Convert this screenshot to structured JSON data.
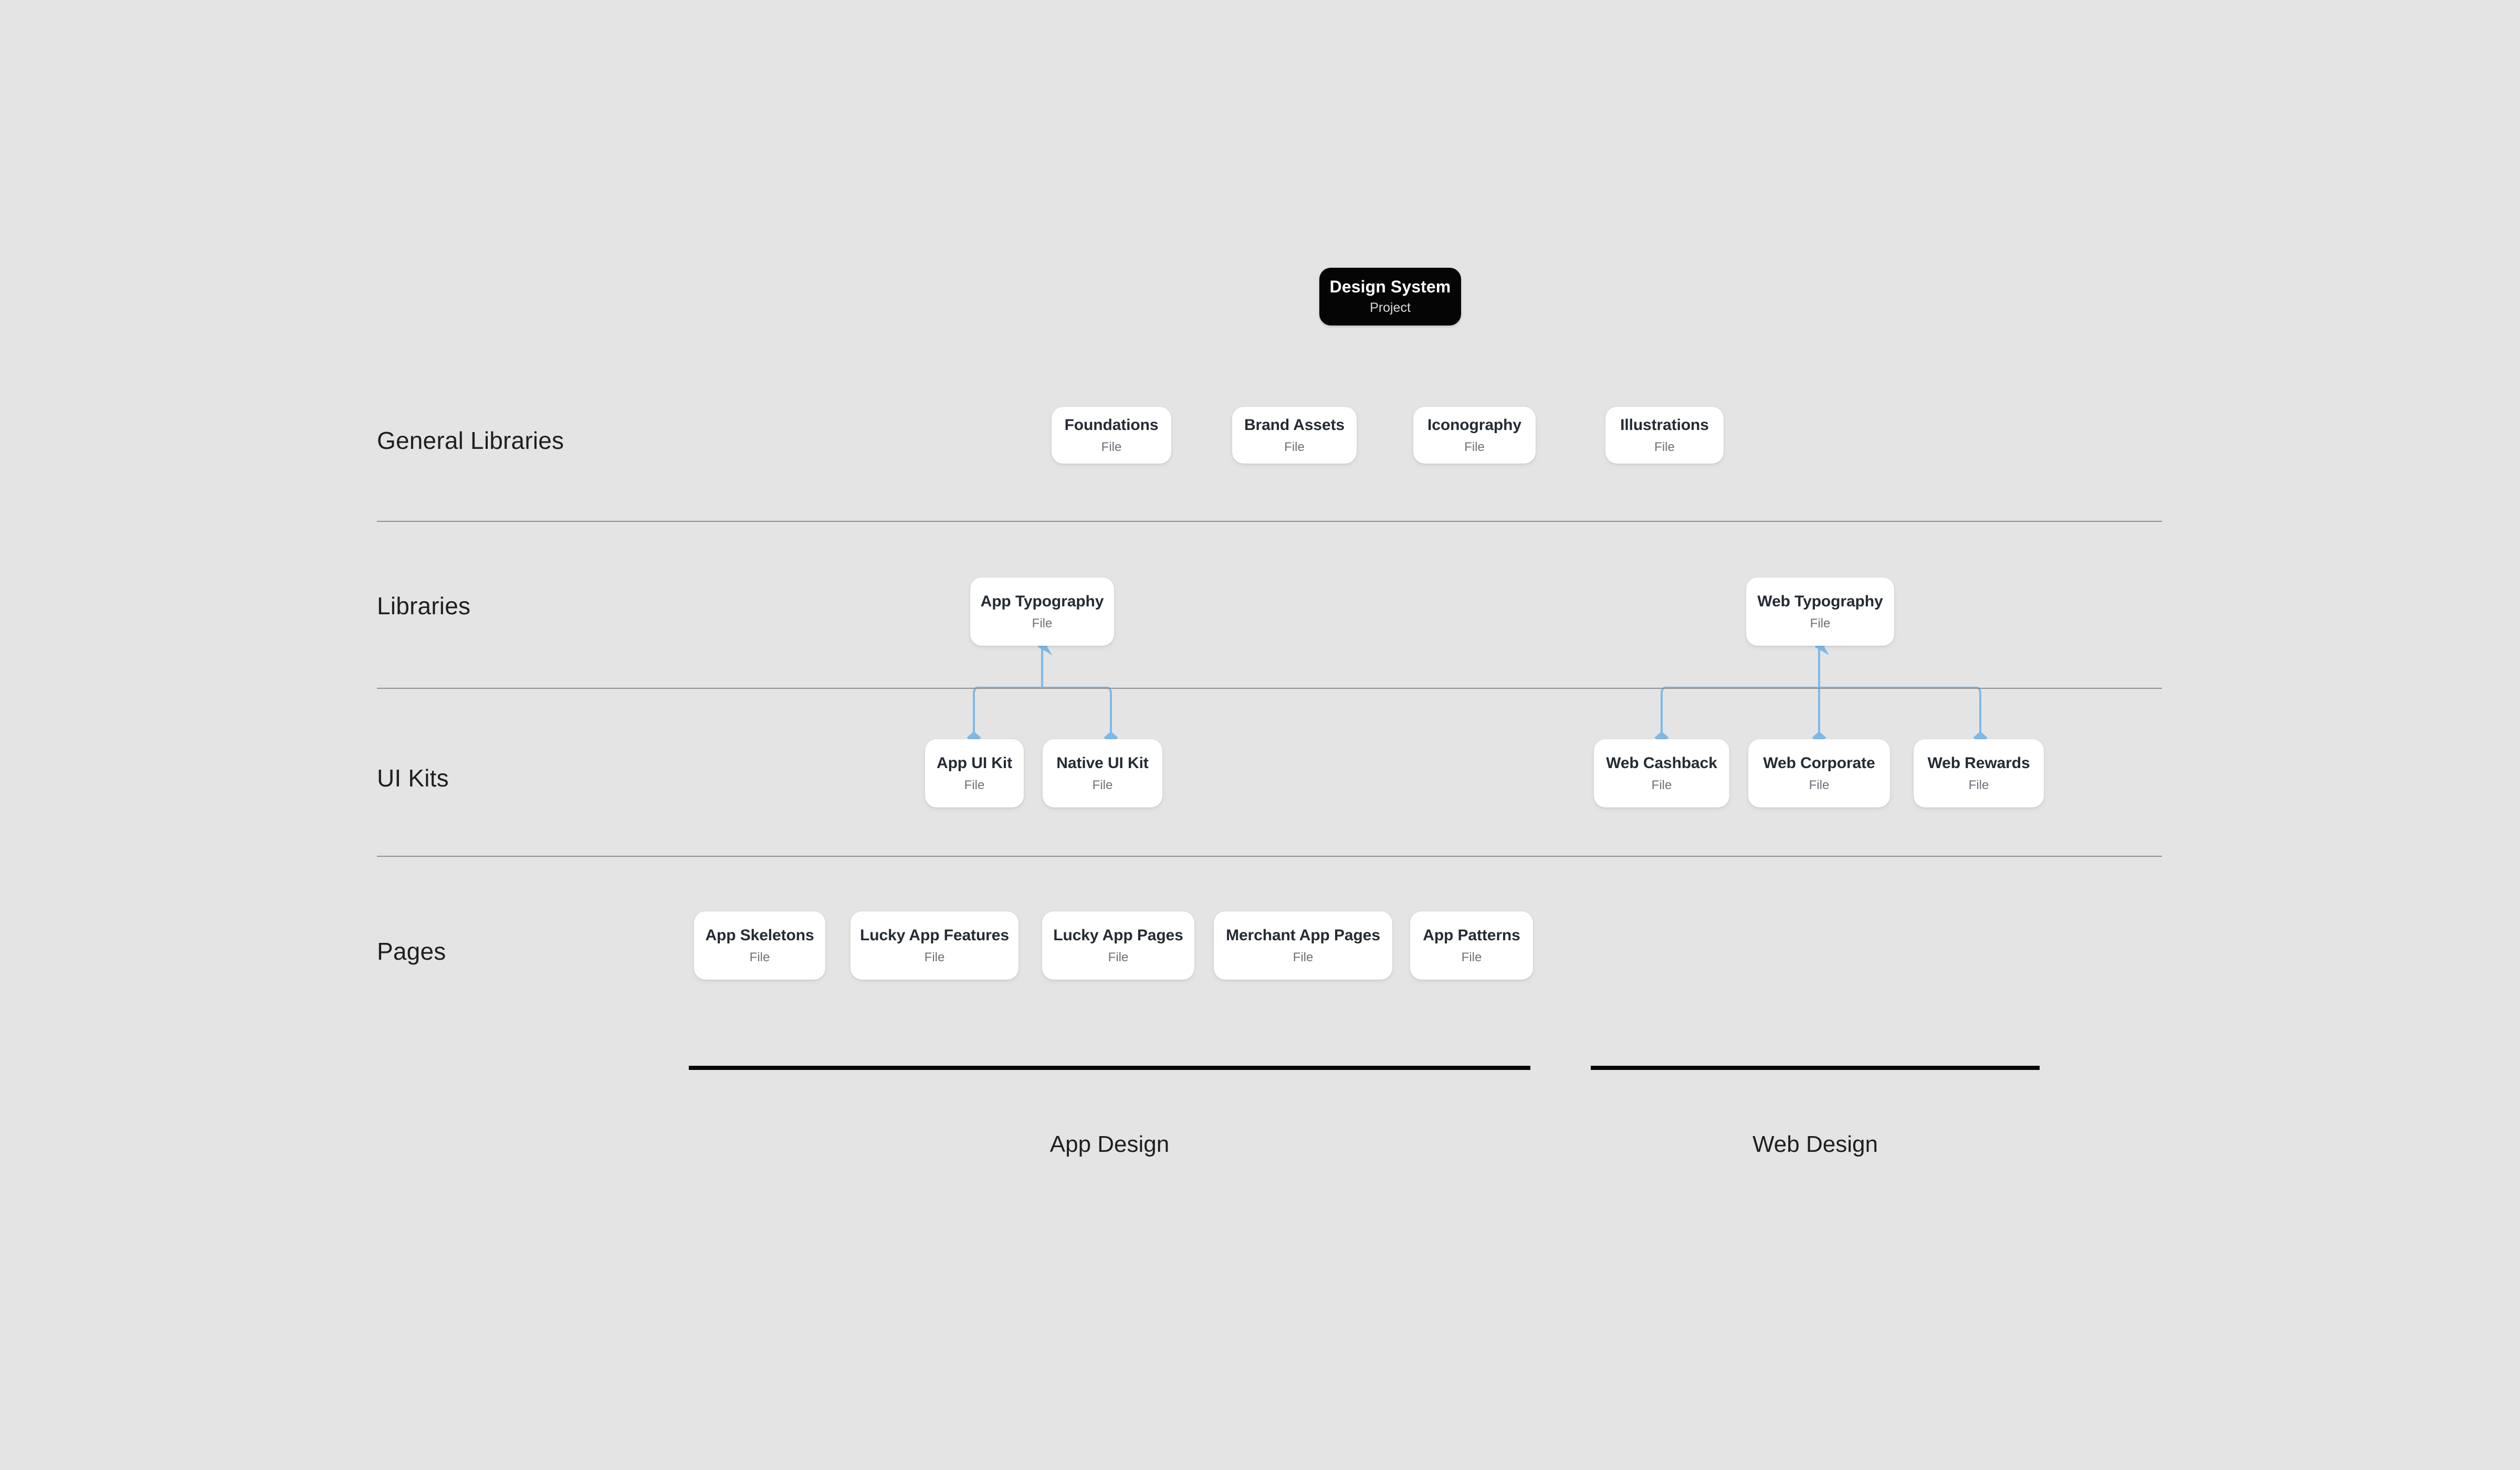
{
  "canvas": {
    "background_color": "#e4e4e4",
    "connector_color": "#7CB9E8",
    "divider_color": "#8c9093",
    "group_bar_color": "#060606"
  },
  "root": {
    "title": "Design System",
    "subtitle": "Project",
    "background_color": "#050505",
    "text_color": "#ffffff"
  },
  "rows": [
    {
      "id": "general-libraries",
      "label": "General Libraries"
    },
    {
      "id": "libraries",
      "label": "Libraries"
    },
    {
      "id": "ui-kits",
      "label": "UI Kits"
    },
    {
      "id": "pages",
      "label": "Pages"
    }
  ],
  "cards": {
    "general_libraries": [
      {
        "title": "Foundations",
        "subtitle": "File"
      },
      {
        "title": "Brand Assets",
        "subtitle": "File"
      },
      {
        "title": "Iconography",
        "subtitle": "File"
      },
      {
        "title": "Illustrations",
        "subtitle": "File"
      }
    ],
    "libraries": [
      {
        "title": "App Typography",
        "subtitle": "File"
      },
      {
        "title": "Web Typography",
        "subtitle": "File"
      }
    ],
    "ui_kits": [
      {
        "title": "App UI Kit",
        "subtitle": "File"
      },
      {
        "title": "Native UI Kit",
        "subtitle": "File"
      },
      {
        "title": "Web Cashback",
        "subtitle": "File"
      },
      {
        "title": "Web Corporate",
        "subtitle": "File"
      },
      {
        "title": "Web Rewards",
        "subtitle": "File"
      }
    ],
    "pages": [
      {
        "title": "App Skeletons",
        "subtitle": "File"
      },
      {
        "title": "Lucky App Features",
        "subtitle": "File"
      },
      {
        "title": "Lucky App Pages",
        "subtitle": "File"
      },
      {
        "title": "Merchant App Pages",
        "subtitle": "File"
      },
      {
        "title": "App Patterns",
        "subtitle": "File"
      }
    ]
  },
  "groups": [
    {
      "id": "app-design",
      "caption": "App Design"
    },
    {
      "id": "web-design",
      "caption": "Web Design"
    }
  ]
}
